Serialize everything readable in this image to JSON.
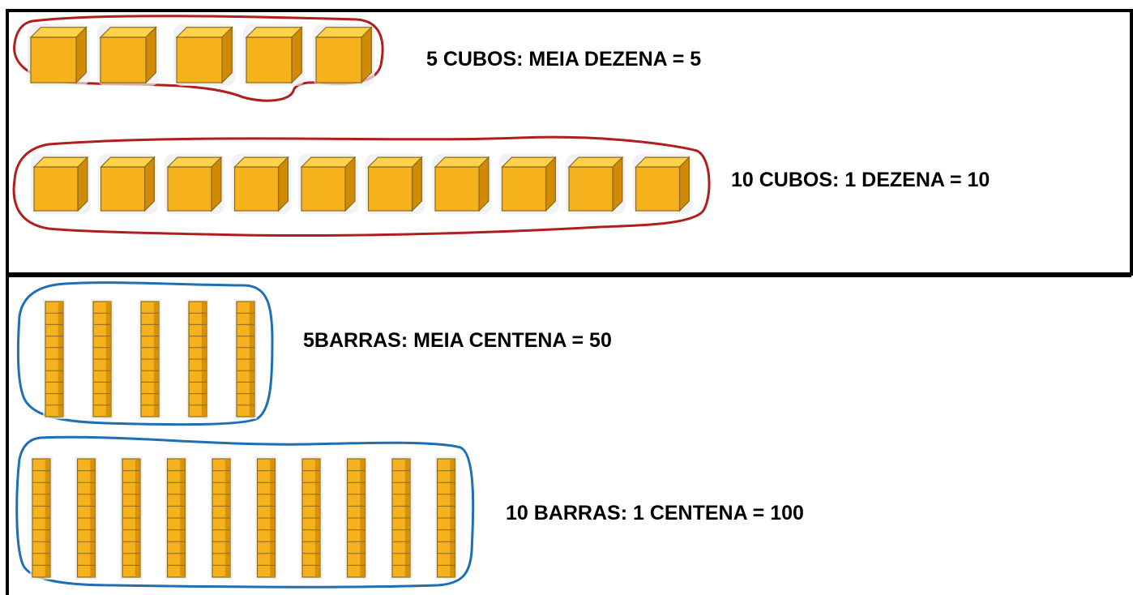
{
  "colors": {
    "frame": "#000000",
    "cube_loop": "#b01e1e",
    "bar_loop": "#1f6fb5",
    "cube_face": "#f5b21c",
    "cube_top": "#ffd24a",
    "cube_side": "#d08a06",
    "cube_edge": "#8a6a1a"
  },
  "rows": [
    {
      "id": "meia-dezena",
      "label": "5 CUBOS: MEIA DEZENA = 5",
      "kind": "cube",
      "count": 5
    },
    {
      "id": "dezena",
      "label": "10 CUBOS: 1 DEZENA = 10",
      "kind": "cube",
      "count": 10
    },
    {
      "id": "meia-centena",
      "label": "5BARRAS: MEIA CENTENA = 50",
      "kind": "bar",
      "count": 5
    },
    {
      "id": "centena",
      "label": "10 BARRAS: 1 CENTENA = 100",
      "kind": "bar",
      "count": 10
    }
  ]
}
